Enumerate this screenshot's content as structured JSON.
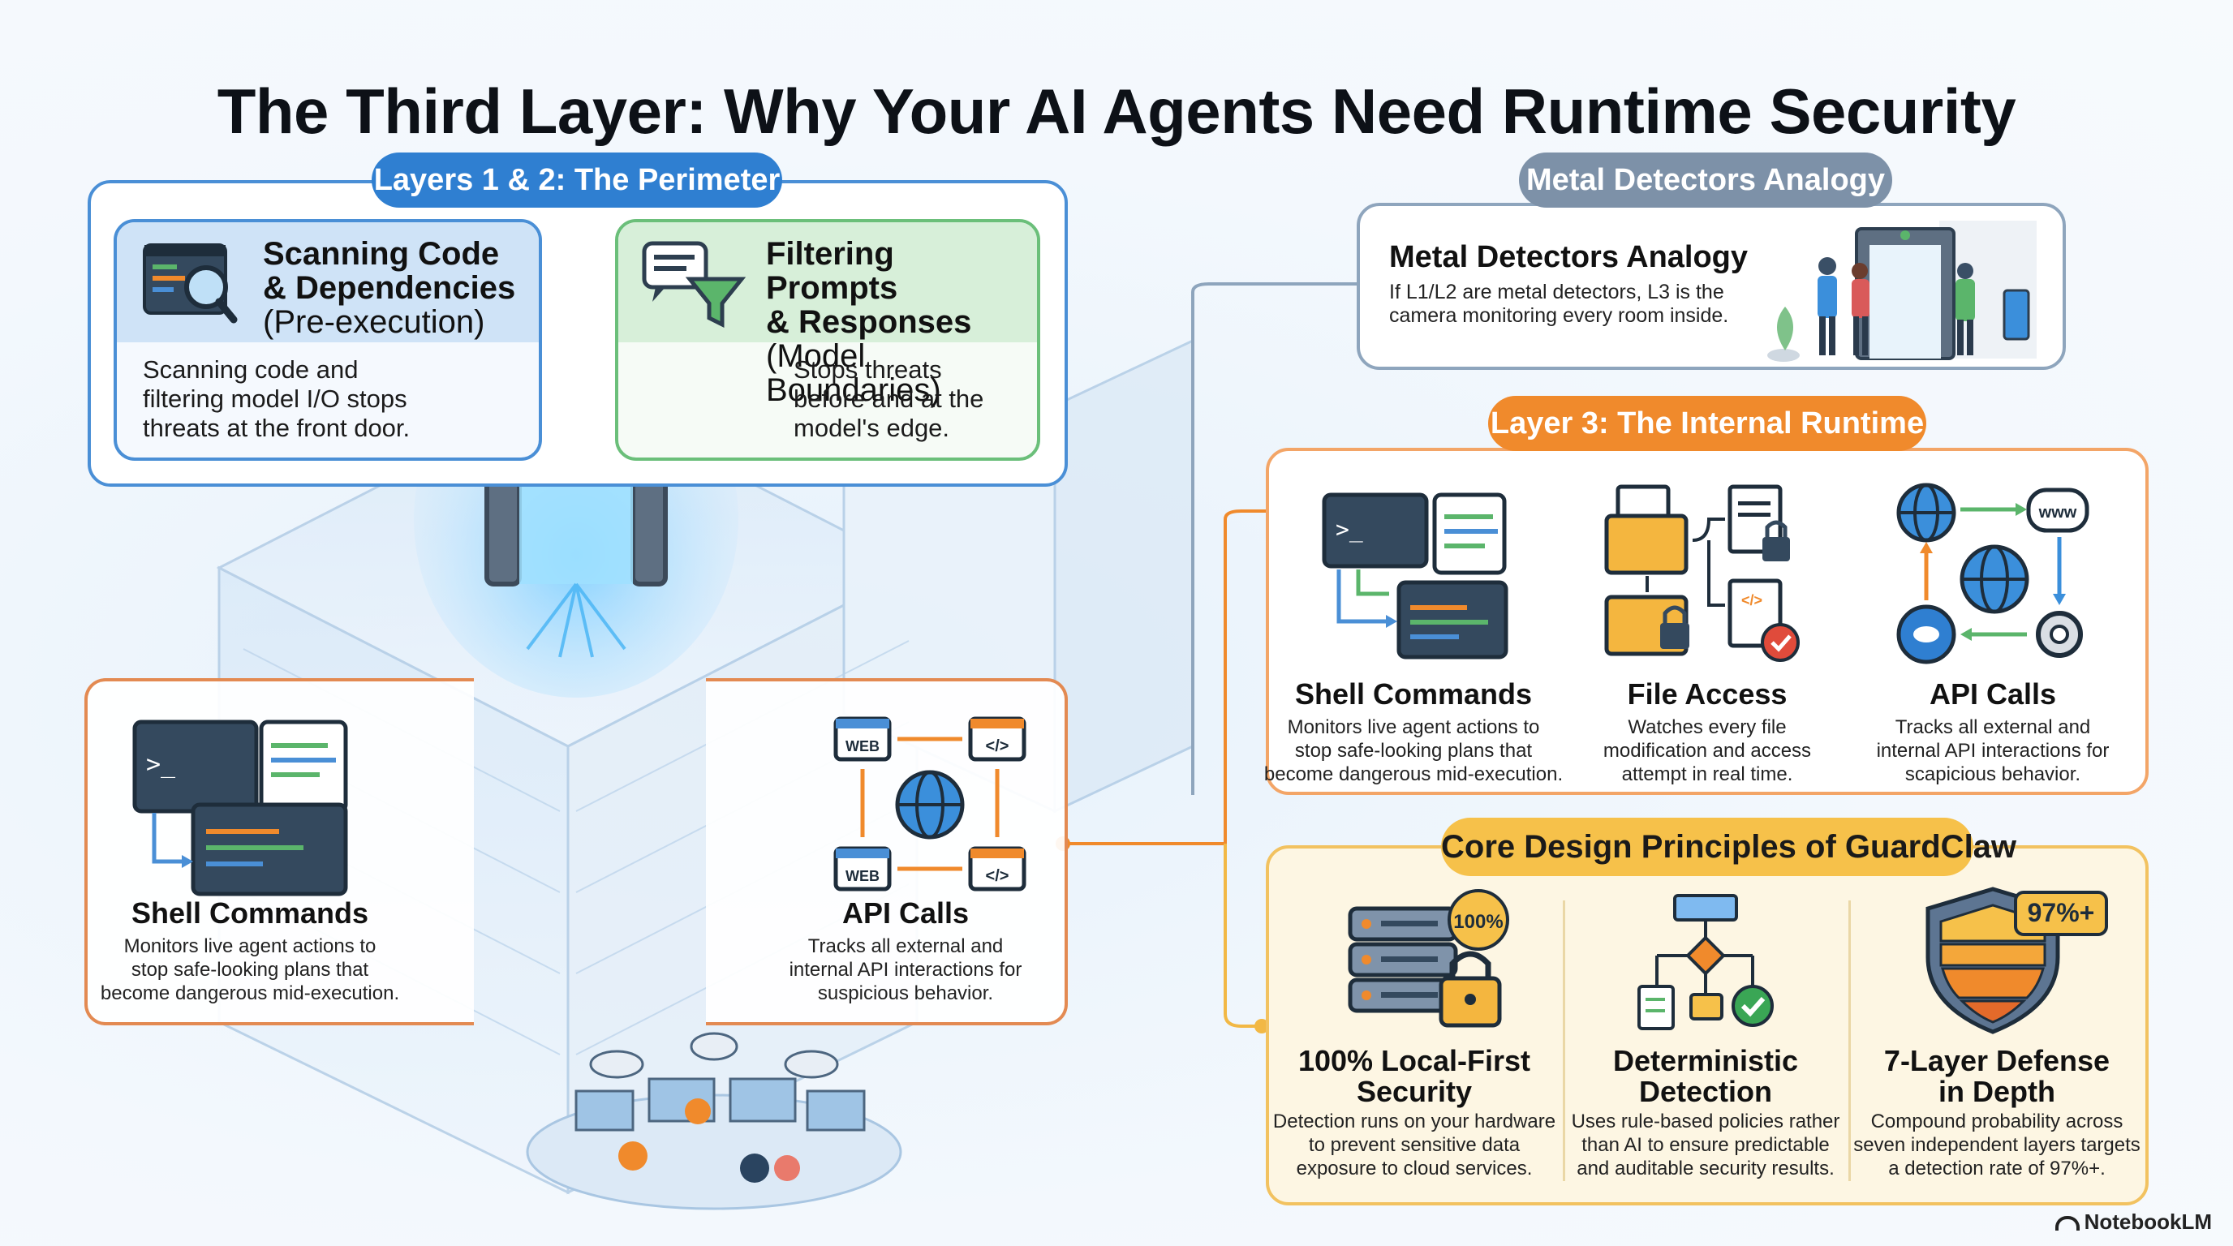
{
  "title": "The Third Layer: Why Your AI Agents Need Runtime Security",
  "perimeter": {
    "pill": "Layers 1 & 2: The Perimeter",
    "scanning": {
      "title_line1": "Scanning Code",
      "title_line2": "& Dependencies",
      "sub": "(Pre-execution)",
      "body_line1": "Scanning code and",
      "body_line2": "filtering model I/O stops",
      "body_line3": "threats at the front door."
    },
    "filtering": {
      "title_line1": "Filtering Prompts",
      "title_line2": "& Responses",
      "sub": "(Model Boundaries)",
      "body_line1": "Stops threats",
      "body_line2": "before and at the",
      "body_line3": "model's edge."
    }
  },
  "left_callouts": {
    "shell": {
      "title": "Shell Commands",
      "desc_line1": "Monitors live agent actions to",
      "desc_line2": "stop safe-looking plans that",
      "desc_line3": "become dangerous mid-execution."
    },
    "api": {
      "title": "API Calls",
      "desc_line1": "Tracks all external and",
      "desc_line2": "internal API interactions for",
      "desc_line3": "suspicious behavior.",
      "web_label": "WEB",
      "code_label": "</>"
    }
  },
  "metal": {
    "pill": "Metal Detectors Analogy",
    "title": "Metal Detectors Analogy",
    "desc_line1": "If L1/L2 are metal detectors, L3 is the",
    "desc_line2": "camera monitoring every room inside."
  },
  "layer3": {
    "pill": "Layer 3: The Internal Runtime",
    "shell": {
      "title": "Shell Commands",
      "desc_line1": "Monitors live agent actions to",
      "desc_line2": "stop safe-looking plans that",
      "desc_line3": "become dangerous mid-execution."
    },
    "file": {
      "title": "File Access",
      "desc_line1": "Watches every file",
      "desc_line2": "modification and access",
      "desc_line3": "attempt in real time."
    },
    "api": {
      "title": "API Calls",
      "desc_line1": "Tracks all external and",
      "desc_line2": "internal API interactions for",
      "desc_line3": "scapicious behavior.",
      "www_label": "www"
    }
  },
  "principles": {
    "pill": "Core Design Principles of GuardClaw",
    "local": {
      "title_line1": "100% Local-First",
      "title_line2": "Security",
      "badge": "100%",
      "desc_line1": "Detection runs on your hardware",
      "desc_line2": "to prevent sensitive data",
      "desc_line3": "exposure to cloud services."
    },
    "deterministic": {
      "title_line1": "Deterministic",
      "title_line2": "Detection",
      "desc_line1": "Uses rule-based policies rather",
      "desc_line2": "than AI to ensure predictable",
      "desc_line3": "and auditable security results."
    },
    "defense": {
      "title_line1": "7-Layer Defense",
      "title_line2": "in Depth",
      "badge": "97%+",
      "desc_line1": "Compound probability across",
      "desc_line2": "seven independent layers targets",
      "desc_line3": "a detection rate of 97%+."
    }
  },
  "brand": "NotebookLM",
  "colors": {
    "blue": "#2f7fd1",
    "green": "#5bb56b",
    "orange": "#f08a2c",
    "slate": "#7d91a8",
    "gold": "#f2b845"
  }
}
